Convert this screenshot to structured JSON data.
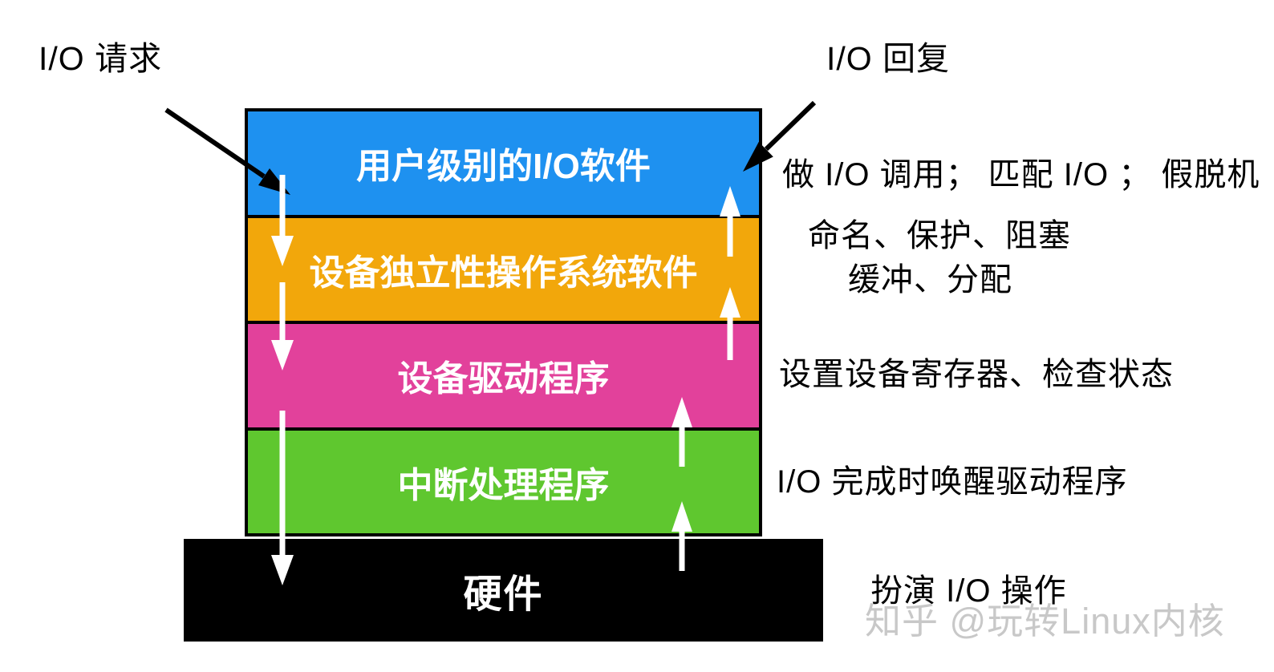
{
  "title_labels": {
    "io_request": "I/O 请求",
    "io_reply": "I/O 回复"
  },
  "layers": [
    {
      "label": "用户级别的I/O软件",
      "color": "#1E91F0",
      "annotation": "做 I/O 调用； 匹配 I/O ； 假脱机"
    },
    {
      "label": "设备独立性操作系统软件",
      "color": "#F2A70B",
      "annotation_line1": "命名、保护、阻塞",
      "annotation_line2": "缓冲、分配"
    },
    {
      "label": "设备驱动程序",
      "color": "#E2419B",
      "annotation": "设置设备寄存器、检查状态"
    },
    {
      "label": "中断处理程序",
      "color": "#5FC72F",
      "annotation": "I/O 完成时唤醒驱动程序"
    }
  ],
  "hardware": {
    "label": "硬件",
    "color": "#000000",
    "annotation": "扮演 I/O 操作"
  },
  "watermark": {
    "text": "知乎 @玩转Linux内核",
    "color": "#C8C8C8"
  },
  "colors": {
    "flow_arrow": "#FFFFFF",
    "callout_arrow": "#000000",
    "border": "#000000",
    "background": "#FFFFFF"
  }
}
